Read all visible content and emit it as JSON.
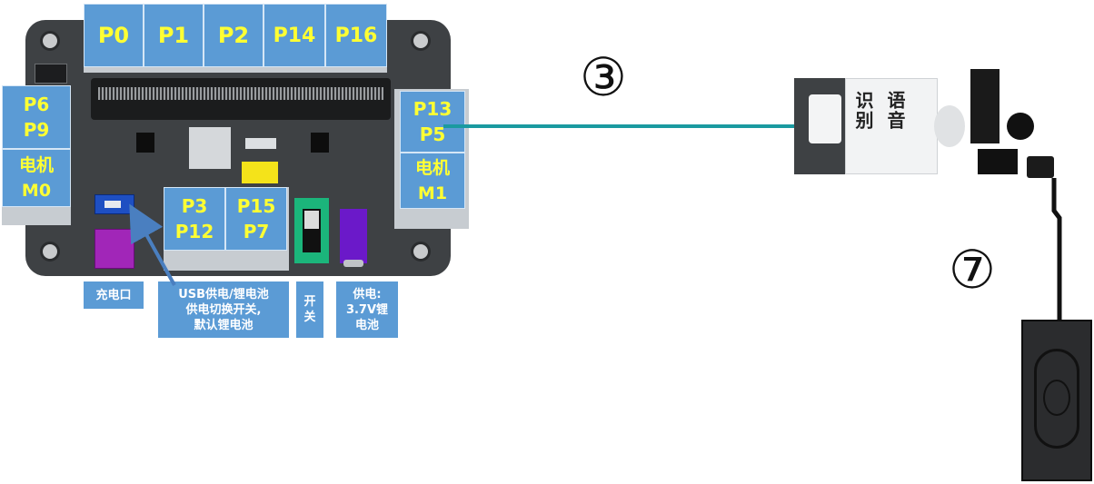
{
  "ports": {
    "top": [
      "P0",
      "P1",
      "P2",
      "P14",
      "P16"
    ],
    "left_pins": [
      "P6",
      "P9"
    ],
    "left_motor": [
      "电机",
      "M0"
    ],
    "right_pins": [
      "P13",
      "P5"
    ],
    "right_motor": [
      "电机",
      "M1"
    ],
    "bottom_a": [
      "P3",
      "P12"
    ],
    "bottom_b": [
      "P15",
      "P7"
    ]
  },
  "labels": {
    "charge_port": "充电口",
    "usb_switch": [
      "USB供电/锂电池",
      "供电切换开关,",
      "默认锂电池"
    ],
    "power_switch": [
      "开",
      "关"
    ],
    "battery": [
      "供电:",
      "3.7V锂",
      "电池"
    ]
  },
  "module": {
    "voice_label": [
      "语音",
      "识别"
    ]
  },
  "markers": {
    "cable_3": "③",
    "cable_7": "⑦"
  },
  "colors": {
    "port_blue": "#5b9bd5",
    "port_text": "#ffff33",
    "board": "#3e4144",
    "cable_teal": "#1a9aa0"
  }
}
